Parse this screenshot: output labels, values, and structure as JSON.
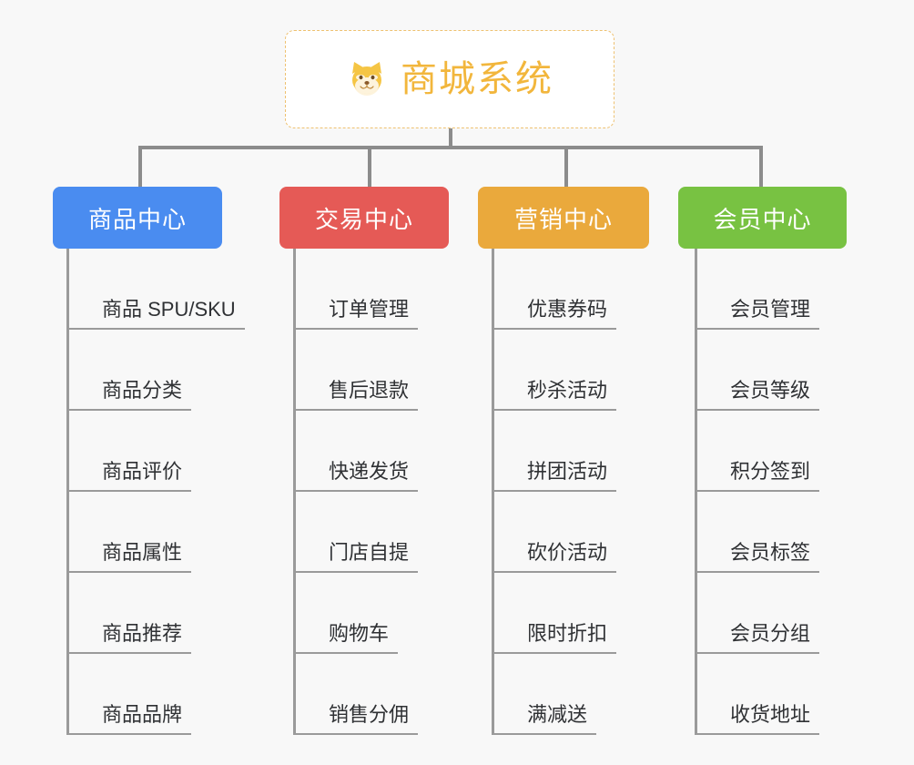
{
  "root": {
    "title": "商城系统",
    "icon": "shiba-dog-face-icon",
    "border_color": "#eec170",
    "text_color": "#f2b63c",
    "background": "#ffffff"
  },
  "canvas": {
    "background": "#f8f8f8",
    "connector_color": "#8c8c8c"
  },
  "columns": [
    {
      "id": "product-center",
      "label": "商品中心",
      "color": "#4a8cf0",
      "items": [
        {
          "label": "商品 SPU/SKU"
        },
        {
          "label": "商品分类"
        },
        {
          "label": "商品评价"
        },
        {
          "label": "商品属性"
        },
        {
          "label": "商品推荐"
        },
        {
          "label": "商品品牌"
        }
      ]
    },
    {
      "id": "trade-center",
      "label": "交易中心",
      "color": "#e55a56",
      "items": [
        {
          "label": "订单管理"
        },
        {
          "label": "售后退款"
        },
        {
          "label": "快递发货"
        },
        {
          "label": "门店自提"
        },
        {
          "label": "购物车"
        },
        {
          "label": "销售分佣"
        }
      ]
    },
    {
      "id": "marketing-center",
      "label": "营销中心",
      "color": "#eaa93c",
      "items": [
        {
          "label": "优惠券码"
        },
        {
          "label": "秒杀活动"
        },
        {
          "label": "拼团活动"
        },
        {
          "label": "砍价活动"
        },
        {
          "label": "限时折扣"
        },
        {
          "label": "满减送"
        }
      ]
    },
    {
      "id": "member-center",
      "label": "会员中心",
      "color": "#78c242",
      "items": [
        {
          "label": "会员管理"
        },
        {
          "label": "会员等级"
        },
        {
          "label": "积分签到"
        },
        {
          "label": "会员标签"
        },
        {
          "label": "会员分组"
        },
        {
          "label": "收货地址"
        }
      ]
    }
  ]
}
